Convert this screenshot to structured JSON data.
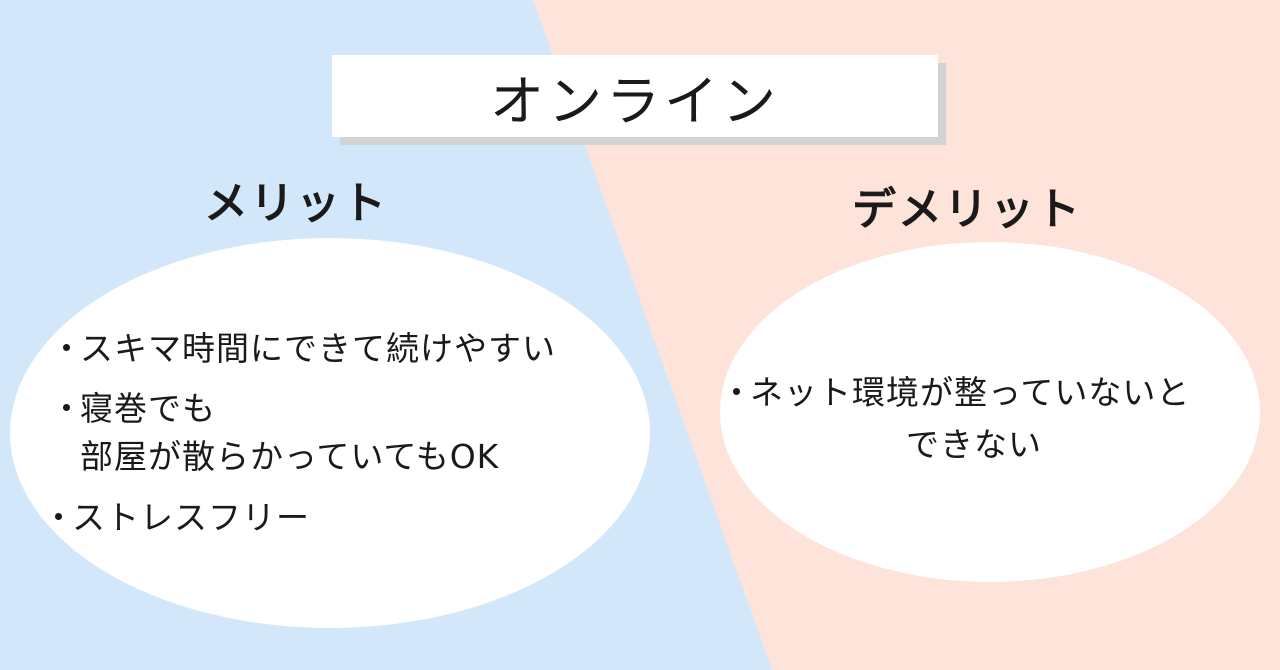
{
  "colors": {
    "left_bg": "#d2e7fa",
    "right_bg": "#fde3da",
    "ellipse": "#ffffff",
    "title_shadow": "#d3d3d3",
    "text": "#1a1a1a"
  },
  "title": "オンライン",
  "merit": {
    "heading": "メリット",
    "bullet_symbol": "・",
    "items": [
      {
        "line1": "スキマ時間にできて続けやすい"
      },
      {
        "line1": "寝巻でも",
        "line2": "部屋が散らかっていてもOK"
      },
      {
        "line1": "ストレスフリー"
      }
    ]
  },
  "demerit": {
    "heading": "デメリット",
    "bullet_symbol": "・",
    "items": [
      {
        "line1": "ネット環境が整っていないと",
        "line2": "できない"
      }
    ]
  }
}
